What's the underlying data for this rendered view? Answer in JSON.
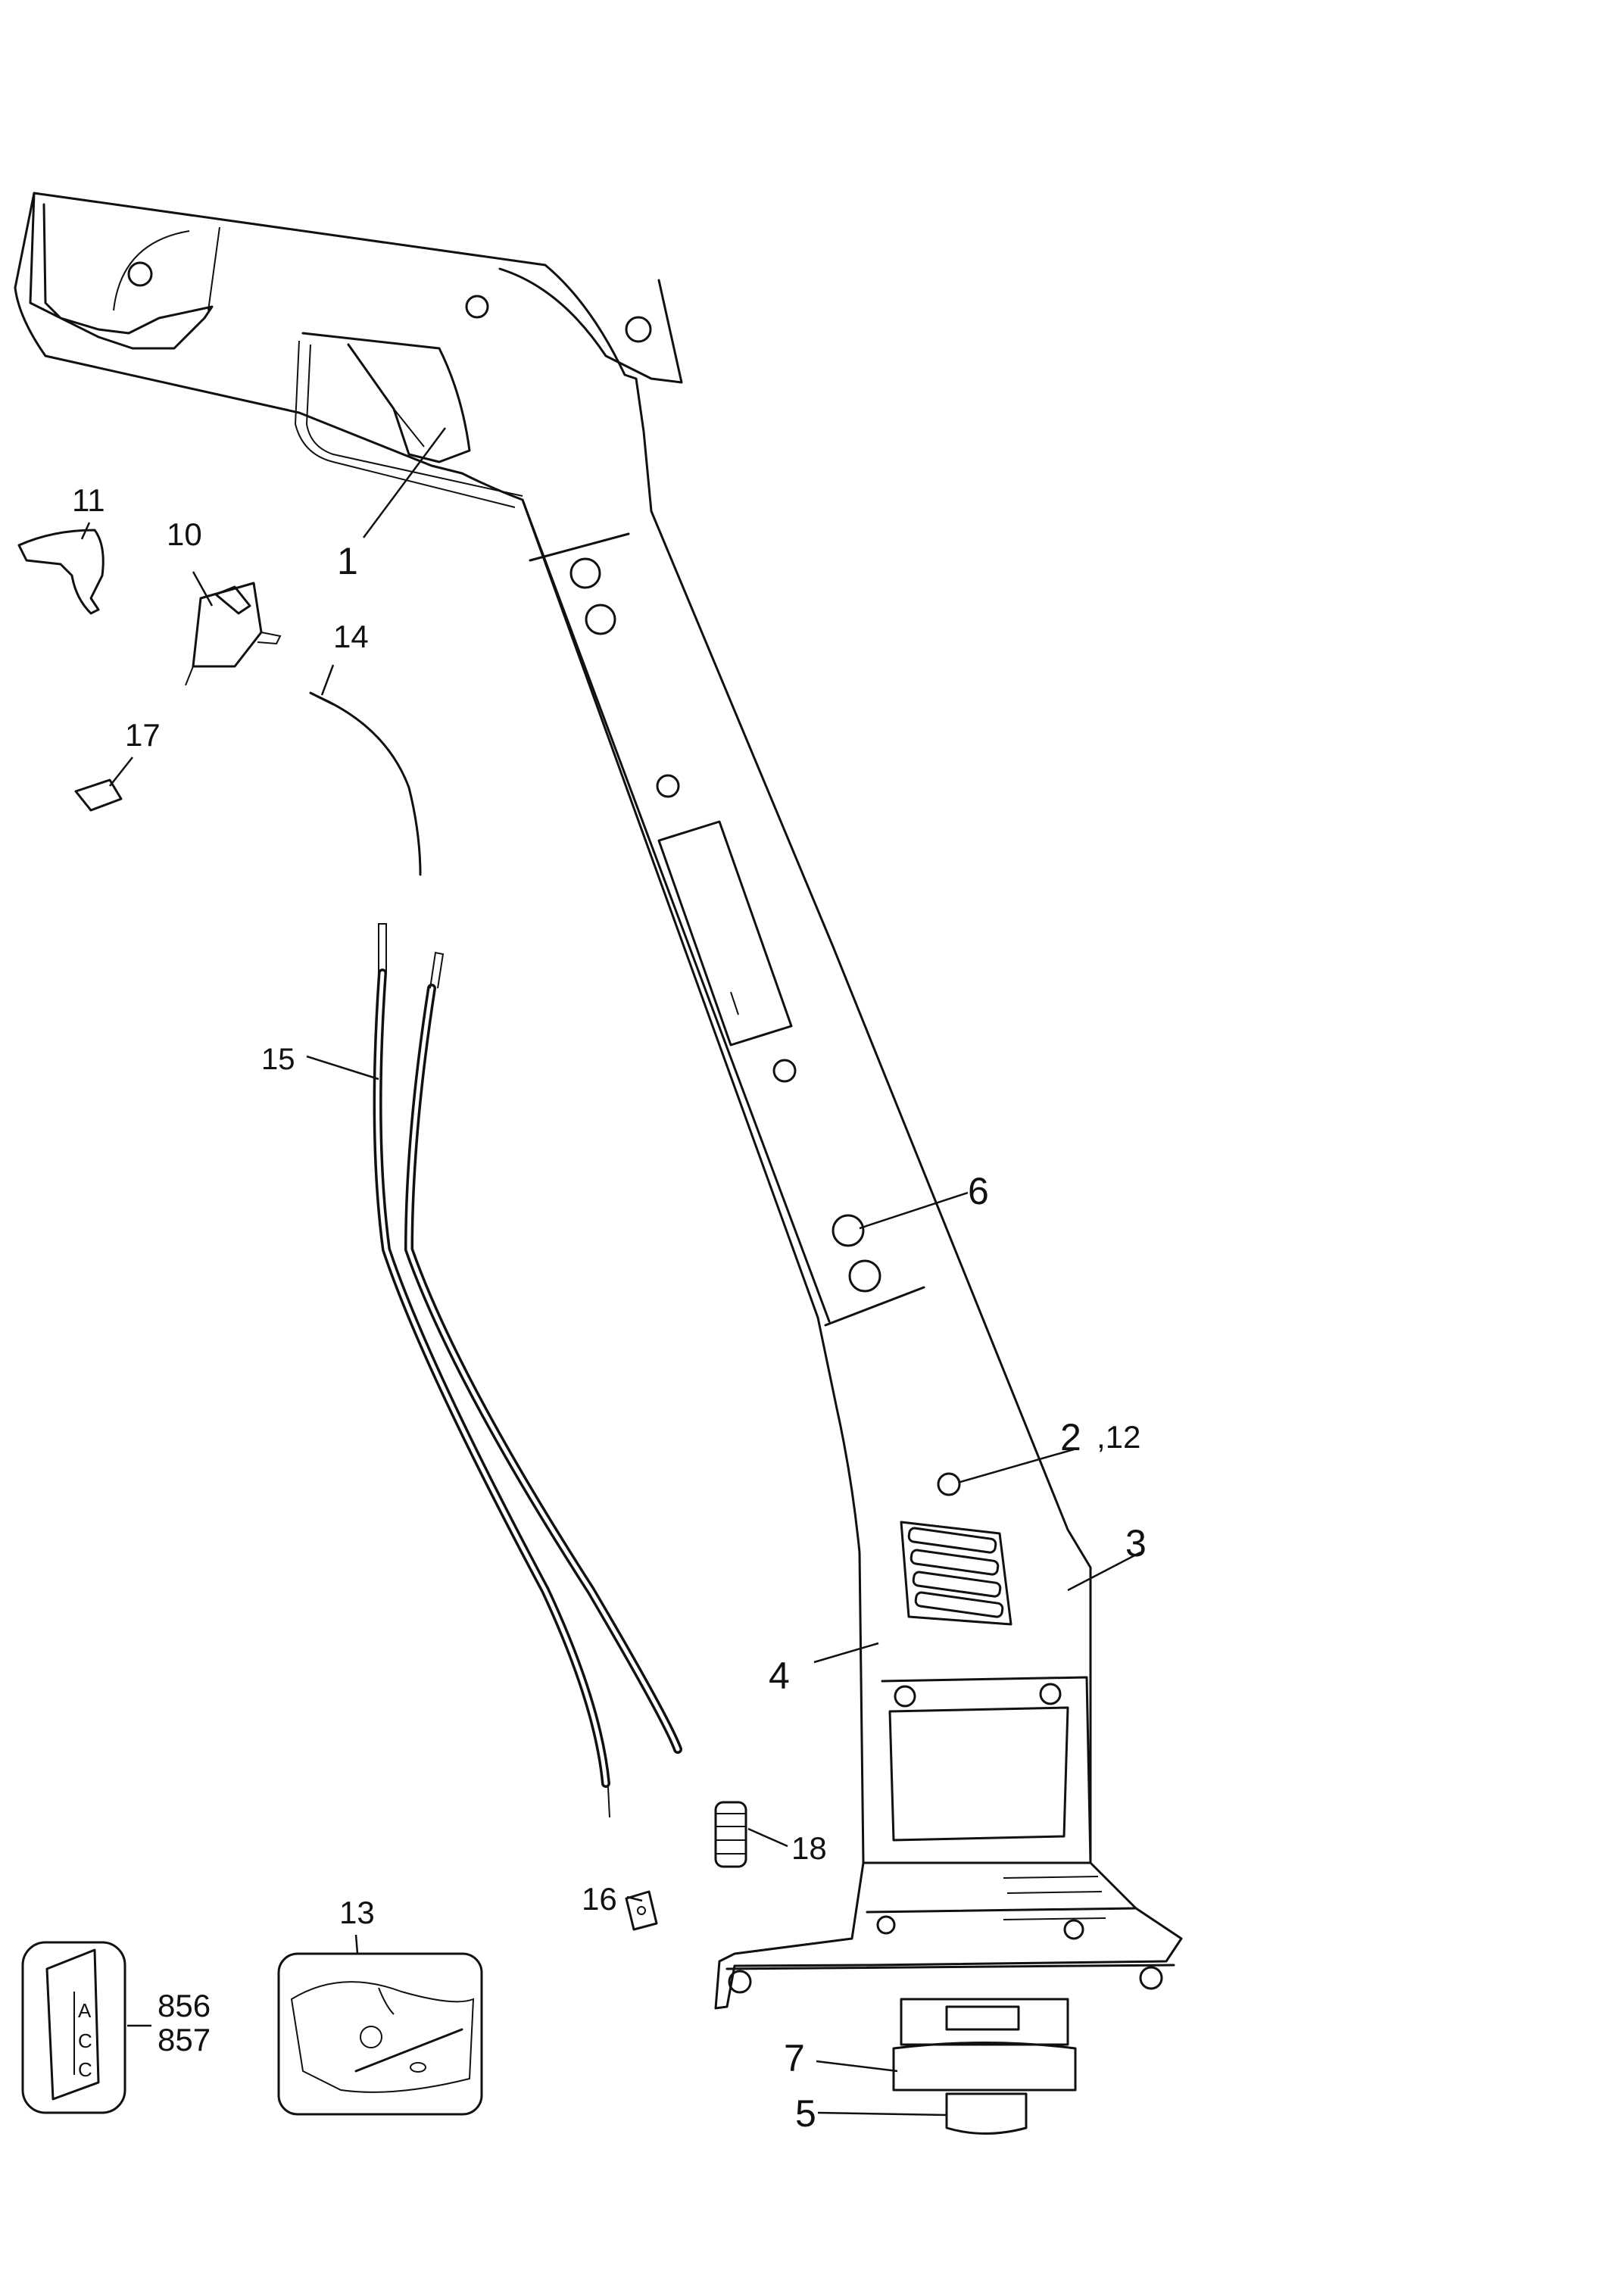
{
  "callouts": {
    "c1": "1",
    "c2": "2",
    "c12": ",12",
    "c3": "3",
    "c4": "4",
    "c5": "5",
    "c6": "6",
    "c7": "7",
    "c10": "10",
    "c11": "11",
    "c13": "13",
    "c14": "14",
    "c15": "15",
    "c16": "16",
    "c17": "17",
    "c18": "18",
    "c856": "856",
    "c857": "857"
  },
  "manual_letters": {
    "a": "A",
    "c1": "C",
    "c2": "C"
  }
}
